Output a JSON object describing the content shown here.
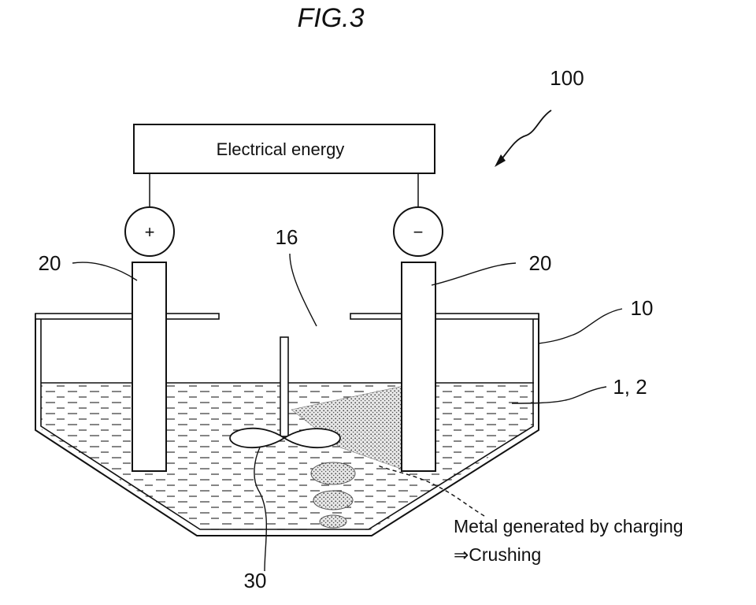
{
  "figure": {
    "title": "FIG.3",
    "device_ref": "100",
    "power_source_label": "Electrical energy",
    "positive_sign": "+",
    "negative_sign": "−",
    "electrode_ref_left": "20",
    "electrode_ref_right": "20",
    "opening_ref": "16",
    "container_ref": "10",
    "liquid_ref": "1, 2",
    "stirrer_ref": "30",
    "annotation_line1": "Metal generated by charging",
    "annotation_line2": "⇒Crushing"
  }
}
